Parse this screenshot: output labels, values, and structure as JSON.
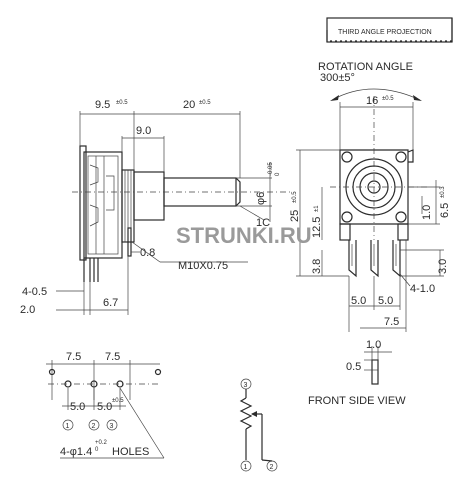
{
  "header": {
    "projection": "THIRD ANGLE PROJECTION"
  },
  "watermark": "STRUNKI.RU",
  "rotation": {
    "title": "ROTATION ANGLE",
    "angle": "300±5°"
  },
  "dims": {
    "d9_5": "9.5",
    "d9_5_tol": "±0.5",
    "d20": "20",
    "d20_tol": "±0.5",
    "d9_0": "9.0",
    "d6": "φ6",
    "d6_tol_top": "-0.05",
    "d6_tol_bot": "0",
    "d1c": "1C",
    "d0_8": "0.8",
    "thread": "M10X0.75",
    "d4_0_5": "4-0.5",
    "d2_0": "2.0",
    "d6_7": "6.7",
    "d16": "16",
    "d16_tol": "±0.5",
    "d25": "25",
    "d25_tol": "±0.5",
    "d12_5": "12.5",
    "d12_5_tol": "±1",
    "d3_8": "3.8",
    "d1_0_r": "1.0",
    "d6_5": "6.5",
    "d6_5_tol": "±0.3",
    "d3_0": "3.0",
    "d4_1_0": "4-1.0",
    "d5_0a": "5.0",
    "d5_0b": "5.0",
    "d7_5": "7.5",
    "d7_5a": "7.5",
    "d7_5b": "7.5",
    "d5_0c": "5.0",
    "d5_0d": "5.0",
    "d5_0_tol": "±0.5",
    "holes": "4-φ1.4",
    "holes_tol_top": "+0.2",
    "holes_tol_bot": "0",
    "holes_word": "HOLES",
    "d1_0_s": "1.0",
    "d0_5_s": "0.5"
  },
  "pins": {
    "p1": "1",
    "p2": "2",
    "p3": "3"
  },
  "front_side_view": "FRONT SIDE VIEW"
}
